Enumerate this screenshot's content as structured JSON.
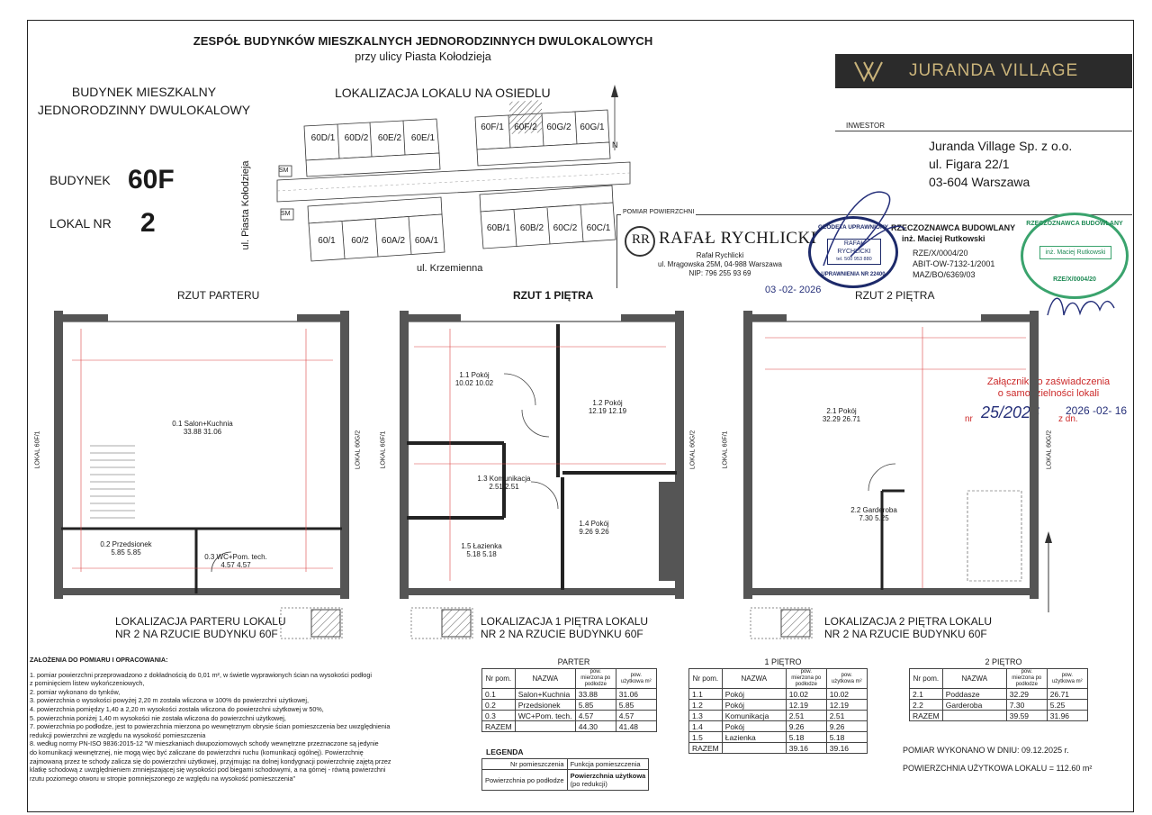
{
  "header": {
    "line1": "ZESPÓŁ BUDYNKÓW MIESZKALNYCH JEDNORODZINNYCH DWULOKALOWYCH",
    "line2": "przy ulicy Piasta Kołodzieja"
  },
  "building": {
    "type_line1": "BUDYNEK MIESZKALNY",
    "type_line2": "JEDNORODZINNY DWULOKALOWY",
    "budynek_label": "BUDYNEK",
    "budynek_value": "60F",
    "lokal_label": "LOKAL NR",
    "lokal_value": "2"
  },
  "site_plan": {
    "title": "LOKALIZACJA LOKALU NA OSIEDLU",
    "street_vertical": "ul. Piasta Kołodzieja",
    "street_bottom": "ul. Krzemienna",
    "north": "N",
    "sm": "SM",
    "top_left": [
      "60D/1",
      "60D/2",
      "60E/2",
      "60E/1"
    ],
    "top_right": [
      "60F/1",
      "60F/2",
      "60G/2",
      "60G/1"
    ],
    "bottom_left": [
      "60/1",
      "60/2",
      "60A/2",
      "60A/1"
    ],
    "bottom_right": [
      "60B/1",
      "60B/2",
      "60C/2",
      "60C/1"
    ]
  },
  "brand": {
    "name": "JURANDA VILLAGE",
    "colors": {
      "bg": "#2b2b2b",
      "accent": "#c9b37a"
    }
  },
  "investor": {
    "label": "INWESTOR",
    "line1": "Juranda Village Sp. z o.o.",
    "line2": "ul. Figara 22/1",
    "line3": "03-604 Warszawa"
  },
  "surveyor": {
    "label": "POMIAR POWIERZCHNI",
    "name": "RAFAŁ RYCHLICKI",
    "sub": "Rafał Rychlicki",
    "address": "ul. Mrągowska 25M, 04-988 Warszawa",
    "nip": "NIP: 796 255 93 69",
    "date_stamp": "03 -02- 2026"
  },
  "stamp_geodeta": {
    "ring_top": "GEODETA UPRAWNIONY",
    "ring_bottom": "UPRAWNIENIA NR 22400",
    "center1": "RAFAŁ",
    "center2": "RYCHLICKI",
    "center3": "tel. 500 953 880"
  },
  "expert": {
    "title": "RZECZOZNAWCA BUDOWLANY",
    "name": "inż. Maciej Rutkowski",
    "line1": "RZE/X/0004/20",
    "line2": "ABIT-OW-7132-1/2001",
    "line3": "MAZ/BO/6369/03"
  },
  "stamp_expert": {
    "ring_top": "RZECZOZNAWCA BUDOWLANY",
    "center": "inż. Maciej Rutkowski",
    "ring_bottom": "RZE/X/0004/20"
  },
  "attachment_note": {
    "line1": "Załącznik do zaświadczenia",
    "line2": "o samodzielności lokali",
    "nr_label": "nr",
    "nr_value": "25/2026",
    "date_label": "z dn.",
    "date_value": "2026 -02- 16"
  },
  "plans": {
    "parter": {
      "title": "RZUT PARTERU",
      "side_left": "LOKAL 60F/1",
      "side_right": "LOKAL 60G/2",
      "rooms": [
        {
          "label": "0.1 Salon+Kuchnia",
          "areas": "33.88   31.06"
        },
        {
          "label": "0.2 Przedsionek",
          "areas": "5.85   5.85"
        },
        {
          "label": "0.3 WC+Pom. tech.",
          "areas": "4.57   4.57"
        }
      ],
      "loc_line1": "LOKALIZACJA PARTERU LOKALU",
      "loc_line2": "NR 2 NA RZUCIE BUDYNKU 60F"
    },
    "pietro1": {
      "title": "RZUT 1 PIĘTRA",
      "side_left": "LOKAL 60F/1",
      "side_right": "LOKAL 60G/2",
      "rooms": [
        {
          "label": "1.1 Pokój",
          "areas": "10.02   10.02"
        },
        {
          "label": "1.2 Pokój",
          "areas": "12.19   12.19"
        },
        {
          "label": "1.3 Komunikacja",
          "areas": "2.51   2.51"
        },
        {
          "label": "1.4 Pokój",
          "areas": "9.26   9.26"
        },
        {
          "label": "1.5 Łazienka",
          "areas": "5.18   5.18"
        }
      ],
      "loc_line1": "LOKALIZACJA 1 PIĘTRA LOKALU",
      "loc_line2": "NR 2 NA RZUCIE BUDYNKU 60F"
    },
    "pietro2": {
      "title": "RZUT 2 PIĘTRA",
      "side_left": "LOKAL 60F/1",
      "side_right": "LOKAL 60G/2",
      "rooms": [
        {
          "label": "2.1 Pokój",
          "areas": "32.29   26.71"
        },
        {
          "label": "2.2 Garderoba",
          "areas": "7.30   5.25"
        }
      ],
      "loc_line1": "LOKALIZACJA 2 PIĘTRA LOKALU",
      "loc_line2": "NR 2 NA RZUCIE BUDYNKU 60F"
    }
  },
  "notes": {
    "title": "ZAŁOŻENIA DO POMIARU I OPRACOWANIA:",
    "lines": [
      "1. pomiar powierzchni przeprowadzono z dokładnością do 0,01 m², w świetle wyprawionych ścian na wysokości podłogi",
      "z pominięciem listew wykończeniowych,",
      "2. pomiar wykonano do tynków,",
      "3. powierzchnia o wysokości powyżej 2,20 m została wliczona w 100% do powierzchni użytkowej,",
      "4. powierzchnia pomiędzy 1,40 a 2,20 m wysokości została wliczona do powierzchni użytkowej w 50%,",
      "5. powierzchnia poniżej 1,40 m wysokości nie została wliczona do powierzchni użytkowej,",
      "7. powierzchnia po podłodze, jest to powierzchnia mierzona po wewnętrznym obrysie ścian pomieszczenia bez uwzględnienia",
      "redukcji powierzchni ze względu na wysokość pomieszczenia",
      "8. według normy PN-ISO 9836:2015-12 \"W mieszkaniach dwupoziomowych schody wewnętrzne przeznaczone są jedynie",
      "do komunikacji wewnętrznej, nie mogą więc być zaliczane do powierzchni ruchu (komunikacji ogólnej). Powierzchnię",
      "zajmowaną przez te schody zalicza się do powierzchni użytkowej, przyjmując na dolnej kondygnacji powierzchnię zajętą przez",
      "klatkę schodową z uwzględnieniem zmniejszającej się wysokości pod biegami schodowymi, a na górnej - równą powierzchni",
      "rzutu poziomego otworu w stropie pomniejszonego ze względu na wysokość pomieszczenia\""
    ]
  },
  "tables": {
    "headers": {
      "nr": "Nr pom.",
      "nazwa": "NAZWA",
      "pp": "pow. mierzona po podłodze",
      "pu": "pow. użytkowa m²"
    },
    "parter": {
      "title": "PARTER",
      "rows": [
        [
          "0.1",
          "Salon+Kuchnia",
          "33.88",
          "31.06"
        ],
        [
          "0.2",
          "Przedsionek",
          "5.85",
          "5.85"
        ],
        [
          "0.3",
          "WC+Pom. tech.",
          "4.57",
          "4.57"
        ]
      ],
      "total": [
        "RAZEM",
        "",
        "44.30",
        "41.48"
      ]
    },
    "pietro1": {
      "title": "1 PIĘTRO",
      "rows": [
        [
          "1.1",
          "Pokój",
          "10.02",
          "10.02"
        ],
        [
          "1.2",
          "Pokój",
          "12.19",
          "12.19"
        ],
        [
          "1.3",
          "Komunikacja",
          "2.51",
          "2.51"
        ],
        [
          "1.4",
          "Pokój",
          "9.26",
          "9.26"
        ],
        [
          "1.5",
          "Łazienka",
          "5.18",
          "5.18"
        ]
      ],
      "total": [
        "RAZEM",
        "",
        "39.16",
        "39.16"
      ]
    },
    "pietro2": {
      "title": "2 PIĘTRO",
      "rows": [
        [
          "2.1",
          "Poddasze",
          "32.29",
          "26.71"
        ],
        [
          "2.2",
          "Garderoba",
          "7.30",
          "5.25"
        ]
      ],
      "total": [
        "RAZEM",
        "",
        "39.59",
        "31.96"
      ]
    }
  },
  "legend": {
    "title": "LEGENDA",
    "h1": "Nr pomieszczenia",
    "h2": "Funkcja pomieszczenia",
    "r1": "Powierzchnia po podłodze",
    "r2a": "Powierzchnia użytkowa",
    "r2b": "(po redukcji)"
  },
  "summary": {
    "date_label": "POMIAR WYKONANO W DNIU:",
    "date_value": "09.12.2025 r.",
    "area_label": "POWIERZCHNIA UŻYTKOWA LOKALU =",
    "area_value": "112.60 m²"
  }
}
